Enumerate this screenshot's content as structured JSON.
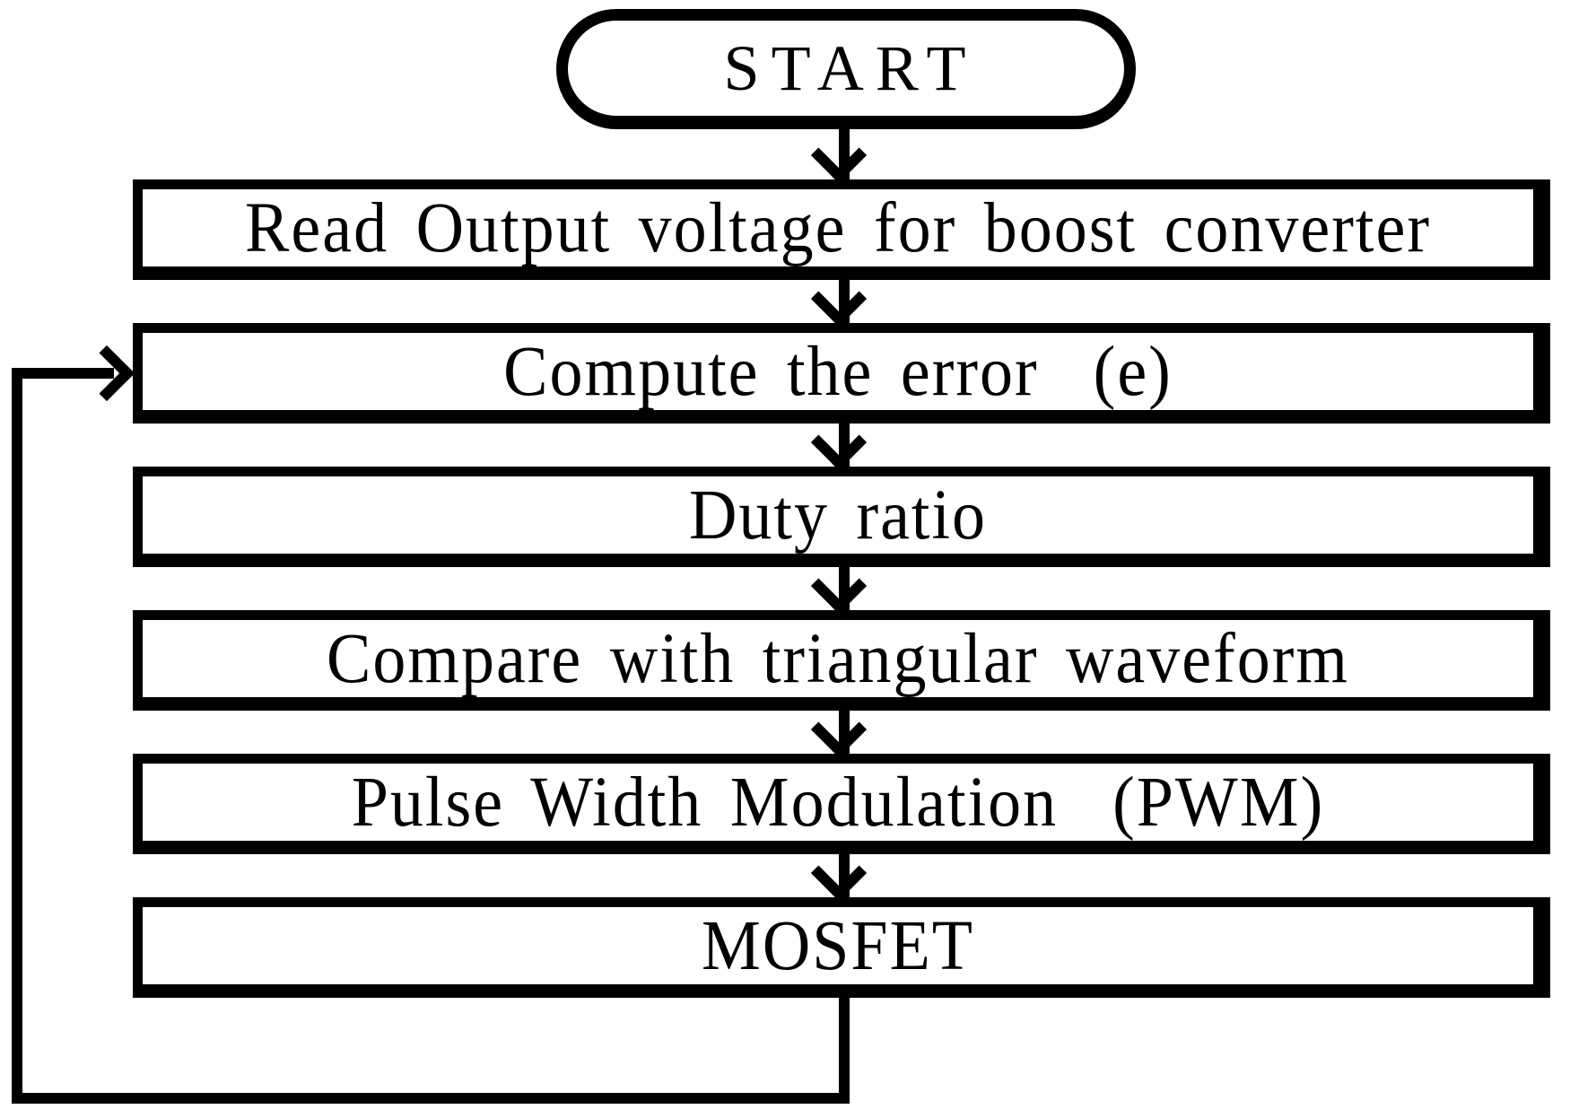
{
  "flowchart": {
    "start": {
      "id": "start",
      "label": "START",
      "shape": "stadium"
    },
    "steps": [
      {
        "id": "read-output-voltage",
        "label": "Read Output voltage for boost converter"
      },
      {
        "id": "compute-error",
        "label": "Compute the error  (e)"
      },
      {
        "id": "duty-ratio",
        "label": "Duty ratio"
      },
      {
        "id": "compare-triangular",
        "label": "Compare with triangular waveform"
      },
      {
        "id": "pwm",
        "label": "Pulse Width Modulation  (PWM)"
      },
      {
        "id": "mosfet",
        "label": "MOSFET"
      }
    ],
    "edges": [
      {
        "from": "start",
        "to": "read-output-voltage",
        "type": "flow"
      },
      {
        "from": "read-output-voltage",
        "to": "compute-error",
        "type": "flow"
      },
      {
        "from": "compute-error",
        "to": "duty-ratio",
        "type": "flow"
      },
      {
        "from": "duty-ratio",
        "to": "compare-triangular",
        "type": "flow"
      },
      {
        "from": "compare-triangular",
        "to": "pwm",
        "type": "flow"
      },
      {
        "from": "pwm",
        "to": "mosfet",
        "type": "flow"
      },
      {
        "from": "mosfet",
        "to": "compute-error",
        "type": "feedback-loop"
      }
    ],
    "colors": {
      "stroke": "#000000",
      "fill": "#ffffff",
      "text": "#000000"
    }
  }
}
